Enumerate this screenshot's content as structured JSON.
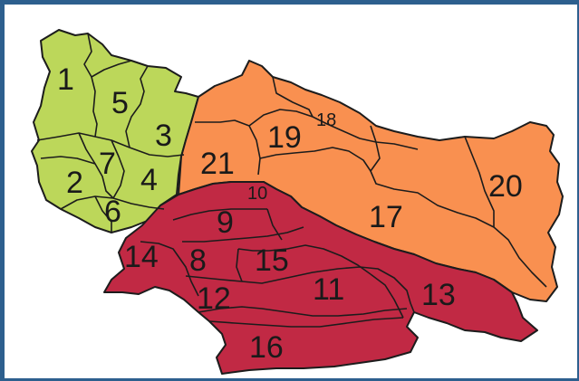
{
  "map": {
    "colors": {
      "green": "#bcd75a",
      "orange": "#f99050",
      "red": "#c12944",
      "frame": "#2d5f8e"
    },
    "regions": [
      {
        "id": "1",
        "label": "1",
        "group": "green"
      },
      {
        "id": "2",
        "label": "2",
        "group": "green"
      },
      {
        "id": "3",
        "label": "3",
        "group": "green"
      },
      {
        "id": "4",
        "label": "4",
        "group": "green"
      },
      {
        "id": "5",
        "label": "5",
        "group": "green"
      },
      {
        "id": "6",
        "label": "6",
        "group": "green"
      },
      {
        "id": "7",
        "label": "7",
        "group": "green"
      },
      {
        "id": "8",
        "label": "8",
        "group": "red"
      },
      {
        "id": "9",
        "label": "9",
        "group": "red"
      },
      {
        "id": "10",
        "label": "10",
        "group": "red"
      },
      {
        "id": "11",
        "label": "11",
        "group": "red"
      },
      {
        "id": "12",
        "label": "12",
        "group": "red"
      },
      {
        "id": "13",
        "label": "13",
        "group": "red"
      },
      {
        "id": "14",
        "label": "14",
        "group": "red"
      },
      {
        "id": "15",
        "label": "15",
        "group": "red"
      },
      {
        "id": "16",
        "label": "16",
        "group": "red"
      },
      {
        "id": "17",
        "label": "17",
        "group": "orange"
      },
      {
        "id": "18",
        "label": "18",
        "group": "orange"
      },
      {
        "id": "19",
        "label": "19",
        "group": "orange"
      },
      {
        "id": "20",
        "label": "20",
        "group": "orange"
      },
      {
        "id": "21",
        "label": "21",
        "group": "orange"
      }
    ]
  }
}
